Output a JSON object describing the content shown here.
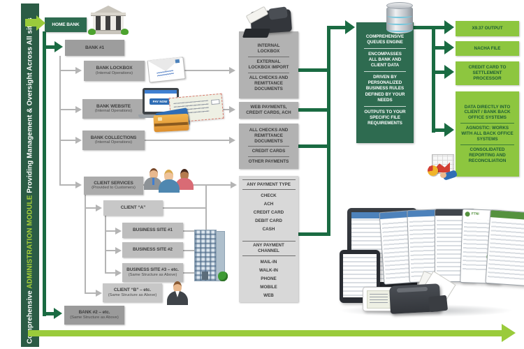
{
  "sidebar": {
    "part1": "Comprehensive ",
    "part2": "ADMINISTRATION MODULE ",
    "part3": "Providing Management & Oversight Across All sites"
  },
  "tree": {
    "home_bank": "HOME BANK",
    "bank1": "BANK #1",
    "bank_lockbox": {
      "label": "BANK LOCKBOX",
      "sub": "(Internal Operations)"
    },
    "bank_website": {
      "label": "BANK WEBSITE",
      "sub": "(Internal Operations)"
    },
    "bank_collections": {
      "label": "BANK COLLECTIONS",
      "sub": "(Internal Operations)"
    },
    "client_services": {
      "label": "CLIENT SERVICES",
      "sub": "(Provided to Customers)"
    },
    "client_a": {
      "label": "CLIENT “A”"
    },
    "business_site1": {
      "label": "BUSINESS SITE #1"
    },
    "business_site2": {
      "label": "BUSINESS SITE #2"
    },
    "business_site3": {
      "label": "BUSINESS SITE #3 – etc.",
      "sub": "(Same Structure as Above)"
    },
    "client_b": {
      "label": "CLIENT “B” – etc.",
      "sub": "(Same Structure as Above)"
    },
    "bank2": {
      "label": "BANK #2 – etc.",
      "sub": "(Same Structure as Above)"
    }
  },
  "processing": {
    "lockbox_box": {
      "s1": "INTERNAL LOCKBOX",
      "s2": "EXTERNAL LOCKBOX IMPORT",
      "s3": "ALL CHECKS AND REMITTANCE DOCUMENTS"
    },
    "web_box": "WEB PAYMENTS, CREDIT CARDS, ACH",
    "collections_box": {
      "s1": "ALL CHECKS AND REMITTANCE DOCUMENTS",
      "s2": "CREDIT CARDS",
      "s3": "OTHER PAYMENTS"
    },
    "payments_box": {
      "type_header": "ANY PAYMENT TYPE",
      "types": [
        "CHECK",
        "ACH",
        "CREDIT CARD",
        "DEBIT CARD",
        "CASH"
      ],
      "channel_header": "ANY PAYMENT CHANNEL",
      "channels": [
        "MAIL-IN",
        "WALK-IN",
        "PHONE",
        "MOBILE",
        "WEB"
      ]
    }
  },
  "engine": {
    "title": "COMPREHENSIVE QUEUES ENGINE",
    "s1": "ENCOMPASSES ALL BANK AND CLIENT DATA",
    "s2": "DRIVEN BY PERSONALIZED BUSINESS RULES DEFINED BY YOUR NEEDS",
    "s3": "OUTPUTS TO YOUR SPECIFIC FILE REQUIREMENTS"
  },
  "outputs": {
    "x937": "X9.37 OUTPUT",
    "nacha": "NACHA FILE",
    "credit_card": "CREDIT CARD TO SETTLEMENT PROCESSOR",
    "back_office": {
      "s1": "DATA DIRECTLY INTO CLIENT / BANK BACK OFFICE SYSTEMS",
      "s2": "AGNOSTIC: WORKS WITH ALL BACK OFFICE SYSTEMS",
      "s3": "CONSOLIDATED REPORTING AND RECONCILIATION"
    }
  },
  "icons": {
    "laptop_button": "PAY NOW"
  },
  "devices": {
    "screen_logo": "FTNI"
  },
  "colors": {
    "dark_green": "#2e6b50",
    "line_green": "#1a6b42",
    "bright_green": "#8dc63f",
    "accent_green": "#9acb3b"
  }
}
